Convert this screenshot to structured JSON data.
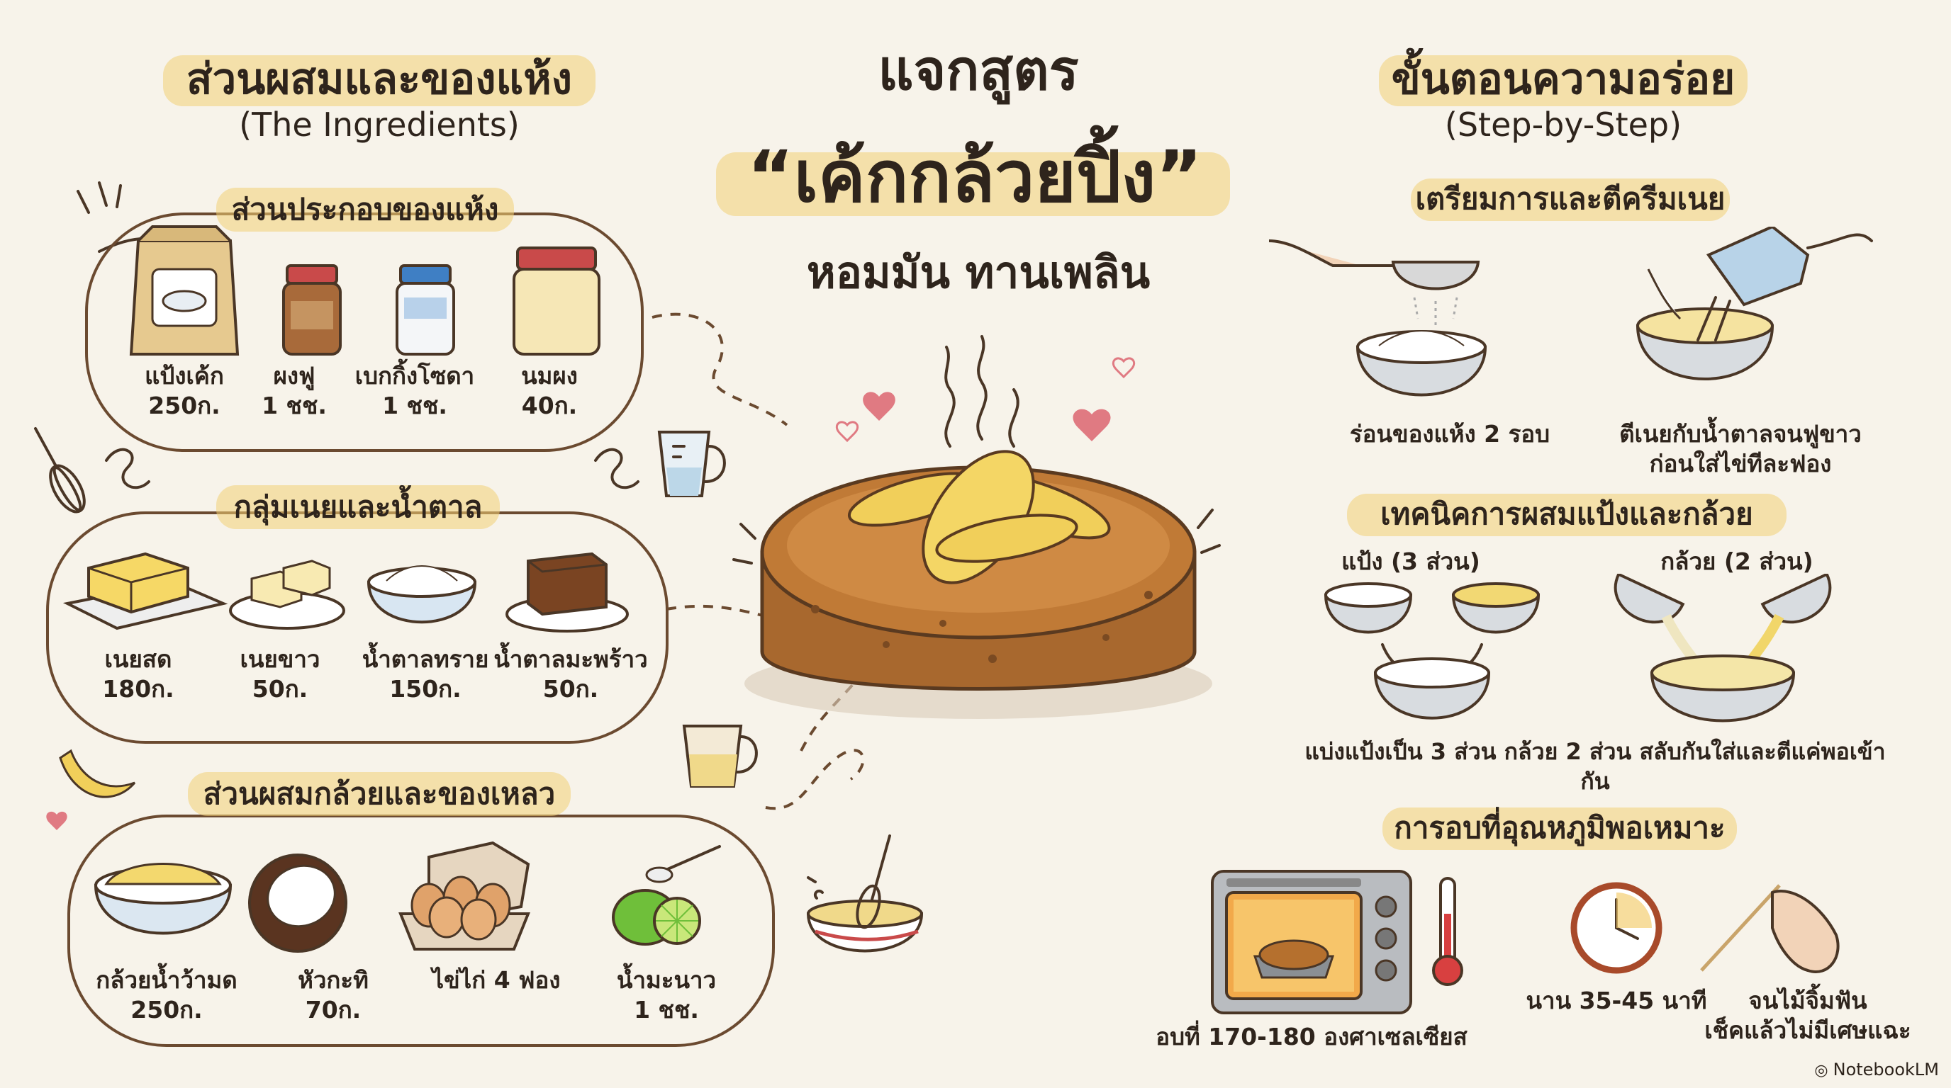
{
  "title": {
    "line1": "แจกสูตร",
    "line2": "“เค้กกล้วยปิ้ง”",
    "line3": "หอมมัน ทานเพลิน"
  },
  "ingredients": {
    "heading": "ส่วนผสมและของแห้ง",
    "heading_en": "(The Ingredients)",
    "groups": [
      {
        "title": "ส่วนประกอบของแห้ง",
        "items": [
          {
            "name": "แป้งเค้ก",
            "amount": "250ก."
          },
          {
            "name": "ผงฟู",
            "amount": "1 ชช."
          },
          {
            "name": "เบกกิ้งโซดา",
            "amount": "1 ชช."
          },
          {
            "name": "นมผง",
            "amount": "40ก."
          }
        ]
      },
      {
        "title": "กลุ่มเนยและน้ำตาล",
        "items": [
          {
            "name": "เนยสด",
            "amount": "180ก."
          },
          {
            "name": "เนยขาว",
            "amount": "50ก."
          },
          {
            "name": "น้ำตาลทราย",
            "amount": "150ก."
          },
          {
            "name": "น้ำตาลมะพร้าว",
            "amount": "50ก."
          }
        ]
      },
      {
        "title": "ส่วนผสมกล้วยและของเหลว",
        "items": [
          {
            "name": "กล้วยน้ำว้ามด",
            "amount": "250ก."
          },
          {
            "name": "หัวกะทิ",
            "amount": "70ก."
          },
          {
            "name": "ไข่ไก่ 4 ฟอง",
            "amount": ""
          },
          {
            "name": "น้ำมะนาว",
            "amount": "1 ชช."
          }
        ]
      }
    ]
  },
  "steps": {
    "heading": "ขั้นตอนความอร่อย",
    "heading_en": "(Step-by-Step)",
    "prep": {
      "title": "เตรียมการและตีครีมเนย",
      "left": "ร่อนของแห้ง 2 รอบ",
      "right_line1": "ตีเนยกับน้ำตาลจนฟูขาว",
      "right_line2": "ก่อนใส่ไข่ทีละฟอง"
    },
    "mix": {
      "title": "เทคนิคการผสมแป้งและกล้วย",
      "flour": "แป้ง (3 ส่วน)",
      "banana": "กล้วย (2 ส่วน)",
      "caption": "แบ่งแป้งเป็น 3 ส่วน กล้วย 2 ส่วน สลับกันใส่และตีแค่พอเข้ากัน"
    },
    "bake": {
      "title": "การอบที่อุณหภูมิพอเหมาะ",
      "temp": "อบที่ 170-180 องศาเซลเซียส",
      "time": "นาน 35-45 นาที",
      "test_line1": "จนไม้จิ้มฟัน",
      "test_line2": "เช็คแล้วไม่มีเศษแฉะ"
    }
  },
  "brand": "NotebookLM",
  "colors": {
    "background": "#f7f3ea",
    "highlight": "#f3cf74",
    "outline": "#6b4a30",
    "cake": "#a8682e",
    "banana": "#f1cf5a",
    "heart": "#e07a82"
  },
  "icons": [
    "flour-bag-icon",
    "spice-jar-icon",
    "soda-jar-icon",
    "milk-powder-jar-icon",
    "butter-icon",
    "shortening-icon",
    "sugar-bowl-icon",
    "palm-sugar-icon",
    "mashed-banana-bowl-icon",
    "coconut-icon",
    "egg-carton-icon",
    "lime-icon",
    "banana-cake-icon",
    "whisk-icon",
    "measuring-cup-icon",
    "heart-icon",
    "sieve-icon",
    "hand-mixer-icon",
    "bowl-icon",
    "oven-icon",
    "thermometer-icon",
    "clock-icon",
    "toothpick-icon",
    "banana-icon",
    "mixing-bowl-icon"
  ]
}
